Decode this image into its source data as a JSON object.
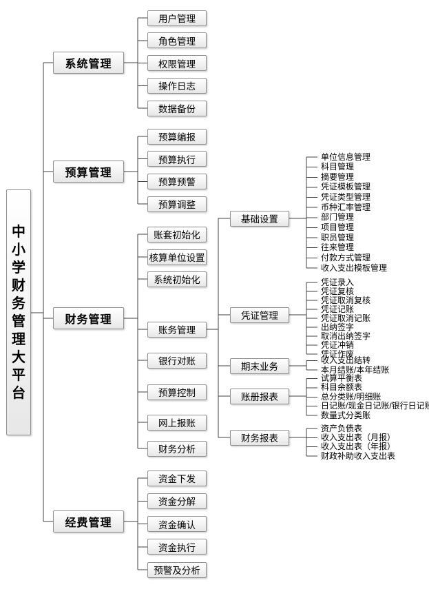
{
  "diagram_title": "中小学财务管理大平台",
  "tree": {
    "root": "中小学财务管理大平台",
    "branches": [
      {
        "label": "系统管理",
        "children": [
          "用户管理",
          "角色管理",
          "权限管理",
          "操作日志",
          "数据备份"
        ]
      },
      {
        "label": "预算管理",
        "children": [
          "预算编报",
          "预算执行",
          "预算预警",
          "预算调整"
        ]
      },
      {
        "label": "财务管理",
        "children": [
          "账套初始化",
          "核算单位设置",
          "系统初始化",
          "账务管理",
          "银行对账",
          "预算控制",
          "网上报账",
          "财务分析"
        ],
        "sub": [
          {
            "label": "基础设置",
            "children": [
              "单位信息管理",
              "科目管理",
              "摘要管理",
              "凭证模板管理",
              "凭证类型管理",
              "币种汇率管理",
              "部门管理",
              "项目管理",
              "职员管理",
              "往来管理",
              "付款方式管理",
              "收入支出模板管理"
            ]
          },
          {
            "label": "凭证管理",
            "children": [
              "凭证录入",
              "凭证复核",
              "凭证取消复核",
              "凭证记账",
              "凭证取消记账",
              "出纳签字",
              "取消出纳签字",
              "凭证冲销",
              "凭证作废"
            ]
          },
          {
            "label": "期末业务",
            "children": [
              "收入支出结转",
              "本月结账/本年结账"
            ]
          },
          {
            "label": "账册报表",
            "children": [
              "试算平衡表",
              "科目余额表",
              "总分类账/明细账",
              "日记账/现金日记账/银行日记账",
              "数量式分类账"
            ]
          },
          {
            "label": "财务报表",
            "children": [
              "资产负债表",
              "收入支出表（月报）",
              "收入支出表（年报）",
              "财政补助收入支出表"
            ]
          }
        ]
      },
      {
        "label": "经费管理",
        "children": [
          "资金下发",
          "资金分解",
          "资金确认",
          "资金执行",
          "预警及分析"
        ]
      }
    ]
  },
  "colors": {
    "line": "#404040",
    "box_border": "#8f8f8f",
    "box_fill": "#f3f3f3",
    "text": "#000000",
    "background": "#ffffff"
  }
}
